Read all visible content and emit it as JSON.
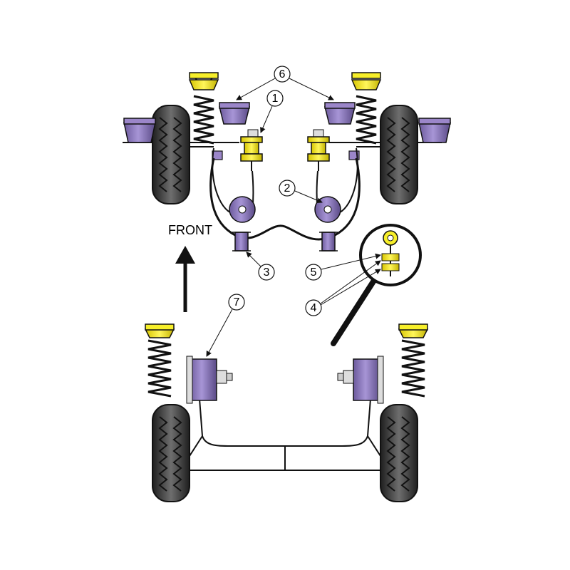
{
  "labels": {
    "front": "FRONT",
    "c1": "1",
    "c2": "2",
    "c3": "3",
    "c4": "4",
    "c5": "5",
    "c6": "6",
    "c7": "7"
  },
  "colors": {
    "bush_purple": "#9b86c9",
    "bush_purple_dark": "#5a4a86",
    "bush_yellow": "#f7ef2a",
    "bush_yellow_dark": "#b9a900",
    "tyre": "#2b2b2b",
    "tyre_light": "#8a8a8a",
    "line": "#111111"
  }
}
